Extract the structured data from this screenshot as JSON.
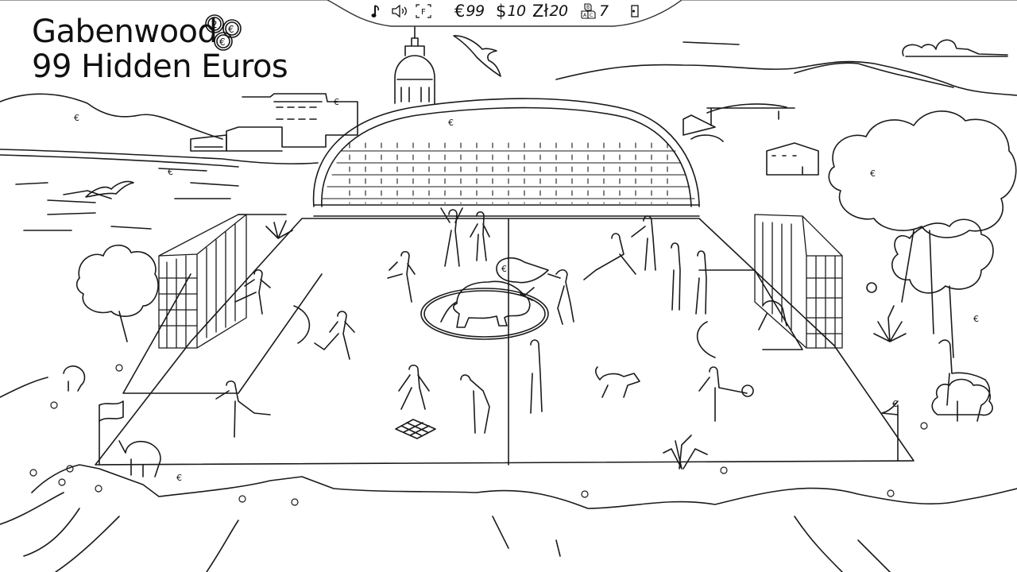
{
  "game": {
    "title_line1": "Gabenwood",
    "title_line2": "99 Hidden Euros",
    "title_icon": "euro-coins-icon"
  },
  "hud": {
    "music": {
      "icon": "music-note-icon",
      "label": "♪"
    },
    "sound": {
      "icon": "speaker-icon"
    },
    "fullscreen": {
      "icon": "fullscreen-icon",
      "label": "F"
    },
    "counters": [
      {
        "name": "euros-remaining",
        "icon": "euro-icon",
        "symbol": "€",
        "value": "99"
      },
      {
        "name": "dollars-remaining",
        "icon": "dollar-icon",
        "symbol": "$",
        "value": "10"
      },
      {
        "name": "zloty-remaining",
        "icon": "zloty-icon",
        "symbol": "Zł",
        "value": "20"
      },
      {
        "name": "blocks-remaining",
        "icon": "abc-blocks-icon",
        "symbol": "",
        "value": "7"
      }
    ],
    "exit": {
      "icon": "exit-door-icon"
    }
  },
  "scene": {
    "description": "Black-and-white line drawing of a football pitch with a curved stadium stand, domed church and town buildings, sea with seagulls, hills, trees, a bull and matador at centre circle, players, dog, armadillo and llama; hidden euro coins scattered throughout.",
    "colors": {
      "line": "#1a1a1a",
      "background": "#ffffff",
      "hud_border": "#333333"
    }
  }
}
